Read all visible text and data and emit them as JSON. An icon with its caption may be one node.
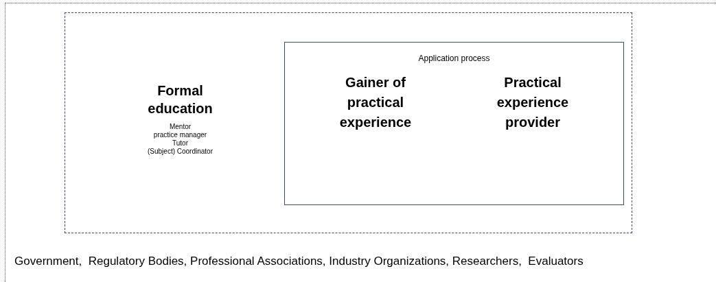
{
  "diagram": {
    "nodes": [
      {
        "text": [
          "Government,  Regulatory Bodies, Professional Associations, Industry Organizations, Researchers,  Evaluators"
        ]
      },
      {
        "text": [
          "Formal education",
          "Mentor",
          "practice manager",
          "Tutor",
          "(Subject) Coordinator"
        ],
        "in": 0
      },
      {
        "text": [
          "Application process",
          "Gainer of practical experience",
          "Practical experience provider"
        ],
        "in": 1
      }
    ],
    "edges": []
  }
}
